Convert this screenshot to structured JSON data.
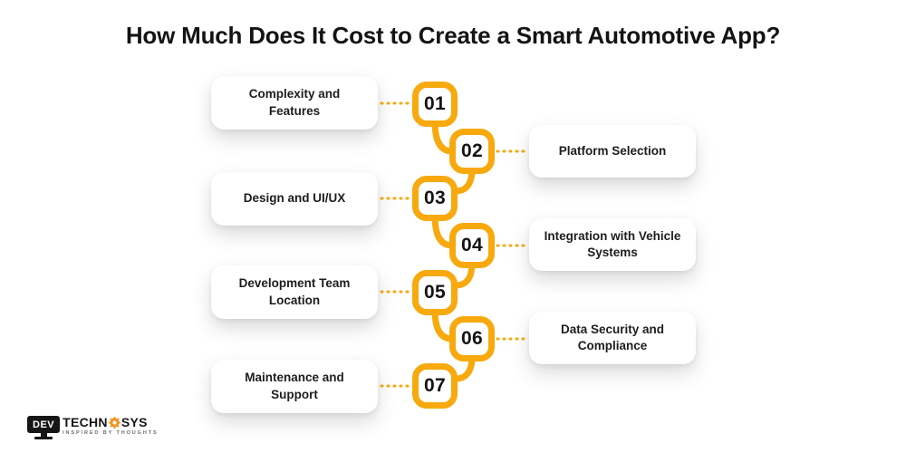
{
  "title": "How Much Does It Cost to Create a Smart Automotive App?",
  "steps": [
    {
      "number": "01",
      "label": "Complexity and Features",
      "side": "left"
    },
    {
      "number": "02",
      "label": "Platform Selection",
      "side": "right"
    },
    {
      "number": "03",
      "label": "Design and UI/UX",
      "side": "left"
    },
    {
      "number": "04",
      "label": "Integration with Vehicle Systems",
      "side": "right"
    },
    {
      "number": "05",
      "label": "Development Team Location",
      "side": "left"
    },
    {
      "number": "06",
      "label": "Data Security and Compliance",
      "side": "right"
    },
    {
      "number": "07",
      "label": "Maintenance and Support",
      "side": "left"
    }
  ],
  "logo": {
    "monitor_text": "DEV",
    "brand_left": "TECHN",
    "brand_right": "SYS",
    "gear_icon": "gear-icon",
    "tagline": "INSPIRED BY THOUGHTS"
  },
  "colors": {
    "accent": "#F7A90D",
    "logo_gear": "#F6921E",
    "title_text": "#141414"
  }
}
